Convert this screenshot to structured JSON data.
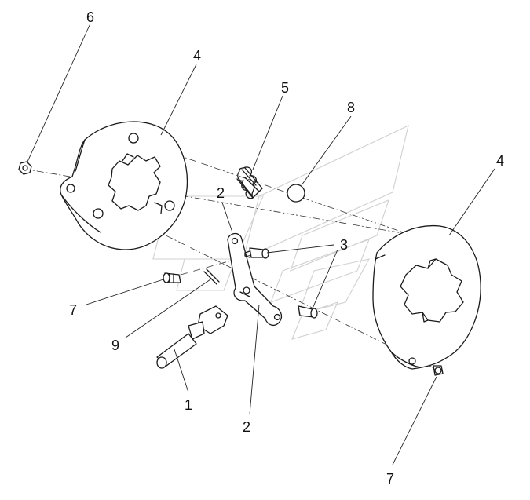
{
  "callouts": [
    {
      "id": "6a",
      "text": "6"
    },
    {
      "id": "4a",
      "text": "4"
    },
    {
      "id": "5",
      "text": "5"
    },
    {
      "id": "8",
      "text": "8"
    },
    {
      "id": "4b",
      "text": "4"
    },
    {
      "id": "2a",
      "text": "2"
    },
    {
      "id": "3",
      "text": "3"
    },
    {
      "id": "7a",
      "text": "7"
    },
    {
      "id": "9",
      "text": "9"
    },
    {
      "id": "1",
      "text": "1"
    },
    {
      "id": "2b",
      "text": "2"
    },
    {
      "id": "7b",
      "text": "7"
    }
  ],
  "colors": {
    "line": "#1a1a1a",
    "watermark": "#d0d0d0",
    "background": "#ffffff"
  }
}
